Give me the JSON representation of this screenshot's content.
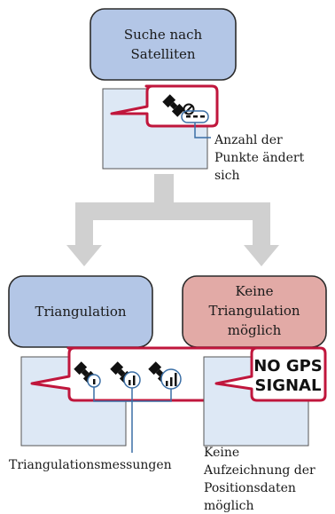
{
  "top_box": {
    "label_lines": [
      "Suche nach",
      "Satelliten"
    ],
    "fill": "#b3c6e6"
  },
  "left_box": {
    "label": "Triangulation",
    "fill": "#b3c6e6"
  },
  "right_box": {
    "label_lines": [
      "Keine",
      "Triangulation",
      "möglich"
    ],
    "fill": "#e2aaa6"
  },
  "annotations": {
    "points_change": [
      "Anzahl der",
      "Punkte ändert",
      "sich"
    ],
    "triangulation_measurements": "Triangulationsmessungen",
    "no_recording": [
      "Keine",
      "Aufzeichnung der",
      "Positionsdaten",
      "möglich"
    ]
  },
  "no_gps_signal": [
    "NO GPS",
    "SIGNAL"
  ],
  "colors": {
    "border": "#2b2b2b",
    "callout": "#c0163c",
    "screen": "#dde8f5",
    "arrow": "#d0d0d0",
    "leader": "#3a6ea5"
  },
  "icons": [
    "satellite-icon",
    "signal-bars-icon",
    "no-entry-icon"
  ]
}
